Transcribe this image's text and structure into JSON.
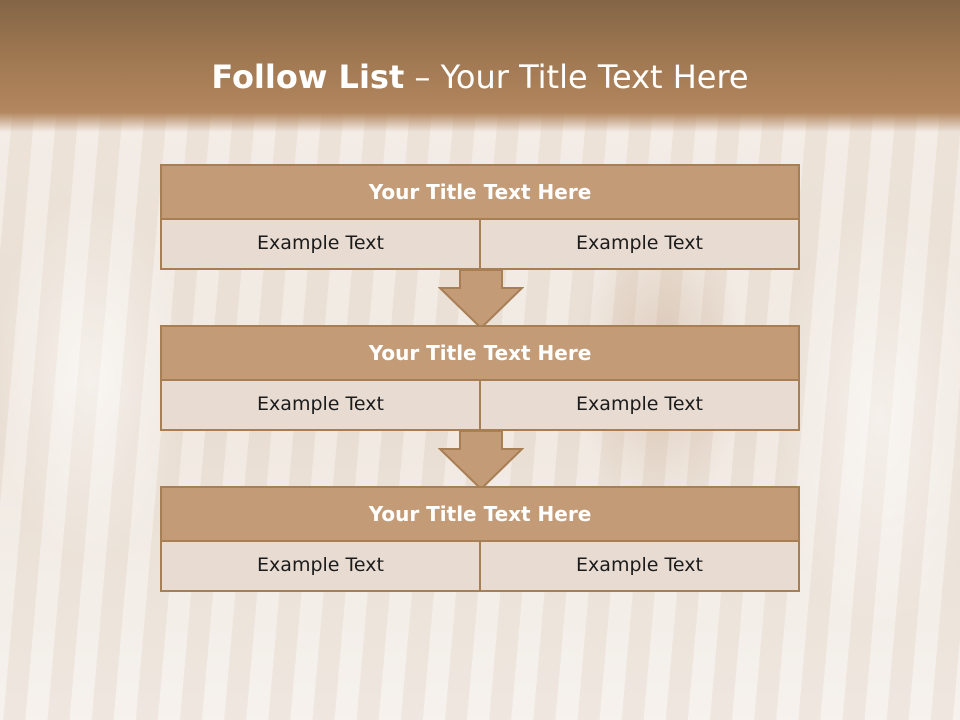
{
  "slide": {
    "title_bold": "Follow List",
    "title_rest": "– Your Title Text Here"
  },
  "steps": [
    {
      "title": "Your Title Text Here",
      "cells": [
        "Example Text",
        "Example Text"
      ]
    },
    {
      "title": "Your Title Text Here",
      "cells": [
        "Example Text",
        "Example Text"
      ]
    },
    {
      "title": "Your Title Text Here",
      "cells": [
        "Example Text",
        "Example Text"
      ]
    }
  ],
  "colors": {
    "header_bar": "#9d7650",
    "box_title_fill": "#c39b77",
    "box_border": "#a87e55",
    "cell_fill": "#e8dbd2",
    "arrow_fill": "#c39b77"
  }
}
